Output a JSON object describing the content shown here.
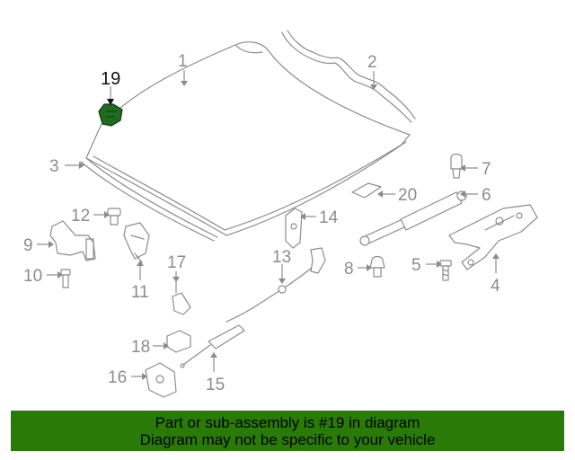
{
  "diagram": {
    "highlight_color": "#1f6b1f",
    "callouts": {
      "c1": "1",
      "c2": "2",
      "c3": "3",
      "c4": "4",
      "c5": "5",
      "c6": "6",
      "c7": "7",
      "c8": "8",
      "c9": "9",
      "c10": "10",
      "c11": "11",
      "c12": "12",
      "c13": "13",
      "c14": "14",
      "c15": "15",
      "c16": "16",
      "c17": "17",
      "c18": "18",
      "c19": "19",
      "c20": "20"
    }
  },
  "banner": {
    "color": "#2a7a08",
    "line1": "Part or sub-assembly is #19 in diagram",
    "line2": "Diagram may not be specific to your vehicle"
  }
}
